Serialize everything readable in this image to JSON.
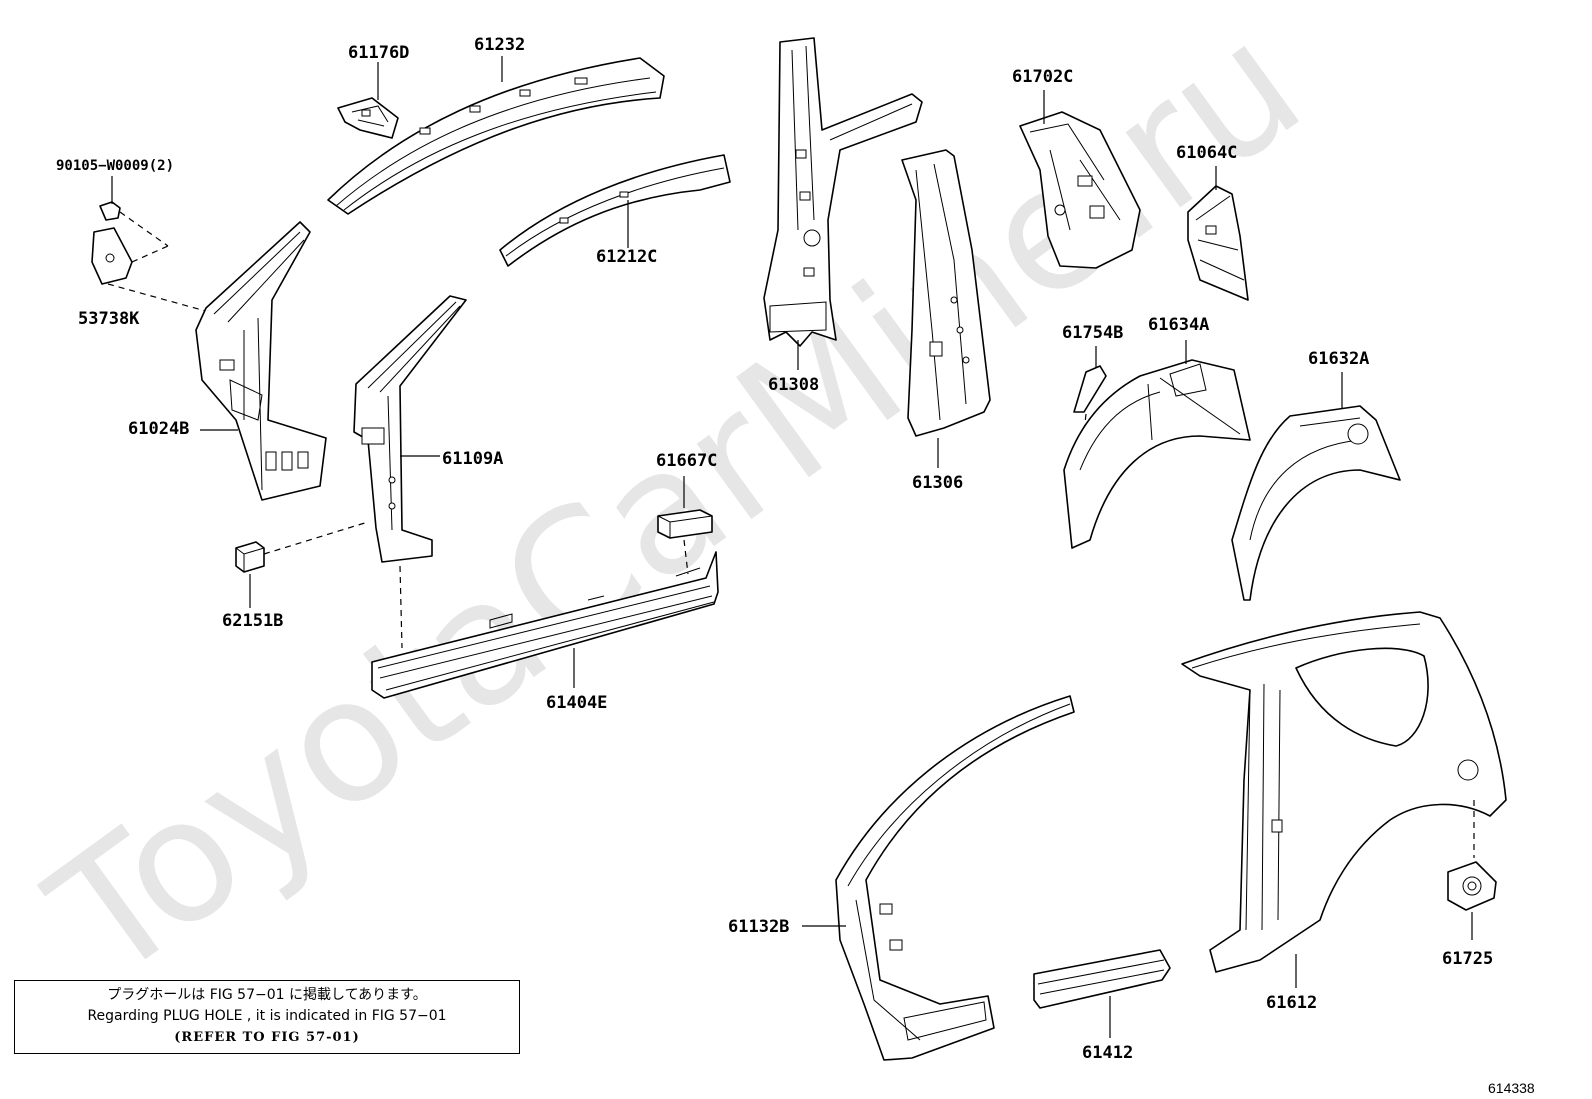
{
  "watermark": "ToyotaCarMine.ru",
  "note": {
    "line1": "プラグホールは FIG 57−01 に掲載してあります。",
    "line2": "Regarding PLUG HOLE , it is indicated in FIG 57−01",
    "line3": "(REFER TO FIG 57-01)"
  },
  "figure_number": "614338",
  "parts": [
    {
      "id": "p61176D",
      "label": "61176D"
    },
    {
      "id": "p61232",
      "label": "61232"
    },
    {
      "id": "p90105",
      "label": "90105−W0009(2)"
    },
    {
      "id": "p53738K",
      "label": "53738K"
    },
    {
      "id": "p61212C",
      "label": "61212C"
    },
    {
      "id": "p61024B",
      "label": "61024B"
    },
    {
      "id": "p61109A",
      "label": "61109A"
    },
    {
      "id": "p62151B",
      "label": "62151B"
    },
    {
      "id": "p61667C",
      "label": "61667C"
    },
    {
      "id": "p61404E",
      "label": "61404E"
    },
    {
      "id": "p61308",
      "label": "61308"
    },
    {
      "id": "p61306",
      "label": "61306"
    },
    {
      "id": "p61702C",
      "label": "61702C"
    },
    {
      "id": "p61064C",
      "label": "61064C"
    },
    {
      "id": "p61754B",
      "label": "61754B"
    },
    {
      "id": "p61634A",
      "label": "61634A"
    },
    {
      "id": "p61632A",
      "label": "61632A"
    },
    {
      "id": "p61132B",
      "label": "61132B"
    },
    {
      "id": "p61412",
      "label": "61412"
    },
    {
      "id": "p61612",
      "label": "61612"
    },
    {
      "id": "p61725",
      "label": "61725"
    }
  ]
}
